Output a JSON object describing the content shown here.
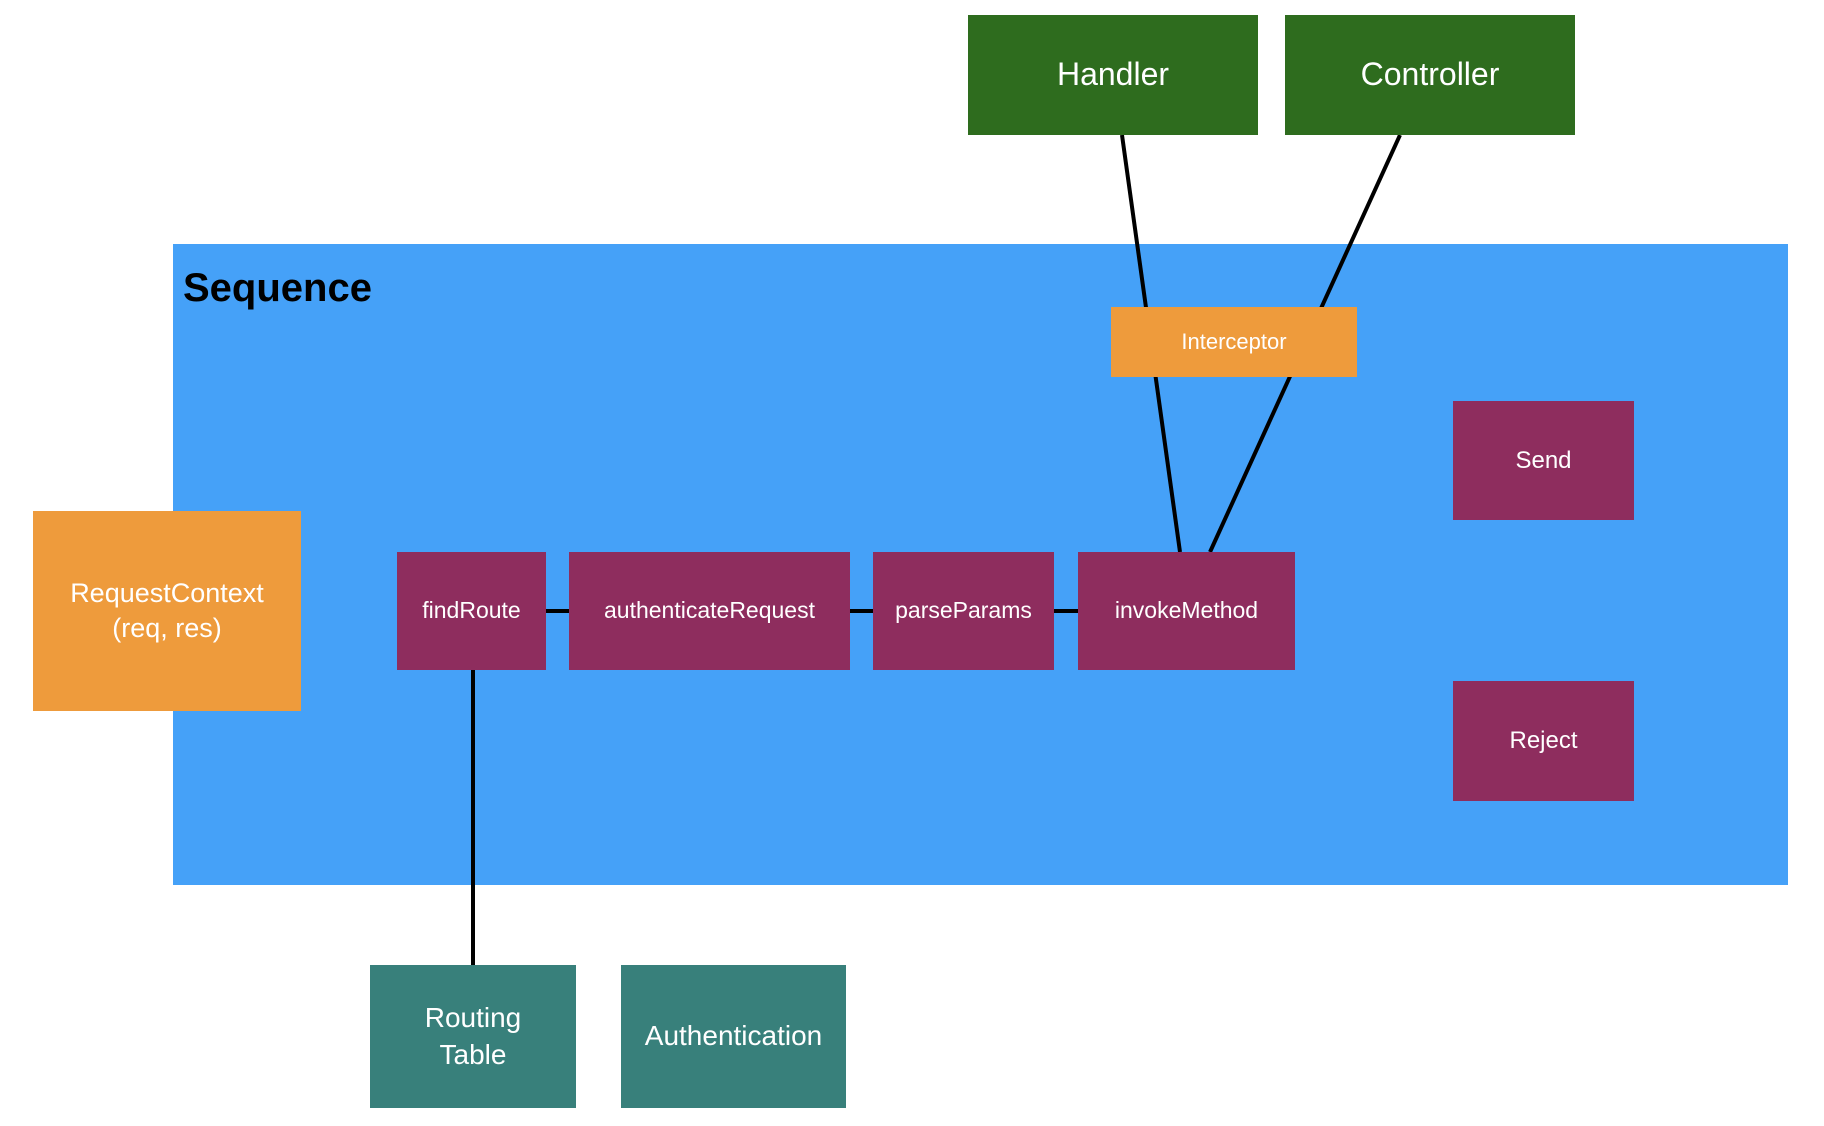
{
  "colors": {
    "panel_blue": "#45A1F8",
    "node_green": "#2E6C1E",
    "node_orange": "#EE9B3C",
    "node_maroon": "#8E2D5E",
    "node_teal": "#38807B",
    "edge_black": "#000000",
    "label_white": "#FFFFFF",
    "title_black": "#000000"
  },
  "panel": {
    "title": "Sequence"
  },
  "nodes": {
    "handler": {
      "label": "Handler"
    },
    "controller": {
      "label": "Controller"
    },
    "interceptor": {
      "label": "Interceptor"
    },
    "request_context": {
      "label": "RequestContext\n(req, res)"
    },
    "find_route": {
      "label": "findRoute"
    },
    "authenticate_request": {
      "label": "authenticateRequest"
    },
    "parse_params": {
      "label": "parseParams"
    },
    "invoke_method": {
      "label": "invokeMethod"
    },
    "send": {
      "label": "Send"
    },
    "reject": {
      "label": "Reject"
    },
    "routing_table": {
      "label": "Routing\nTable"
    },
    "authentication": {
      "label": "Authentication"
    }
  },
  "edges": [
    {
      "from": "handler",
      "to": "invoke_method"
    },
    {
      "from": "controller",
      "to": "invoke_method"
    },
    {
      "from": "find_route",
      "to": "routing_table"
    },
    {
      "from": "find_route",
      "to": "authenticate_request"
    },
    {
      "from": "authenticate_request",
      "to": "parse_params"
    },
    {
      "from": "parse_params",
      "to": "invoke_method"
    }
  ]
}
